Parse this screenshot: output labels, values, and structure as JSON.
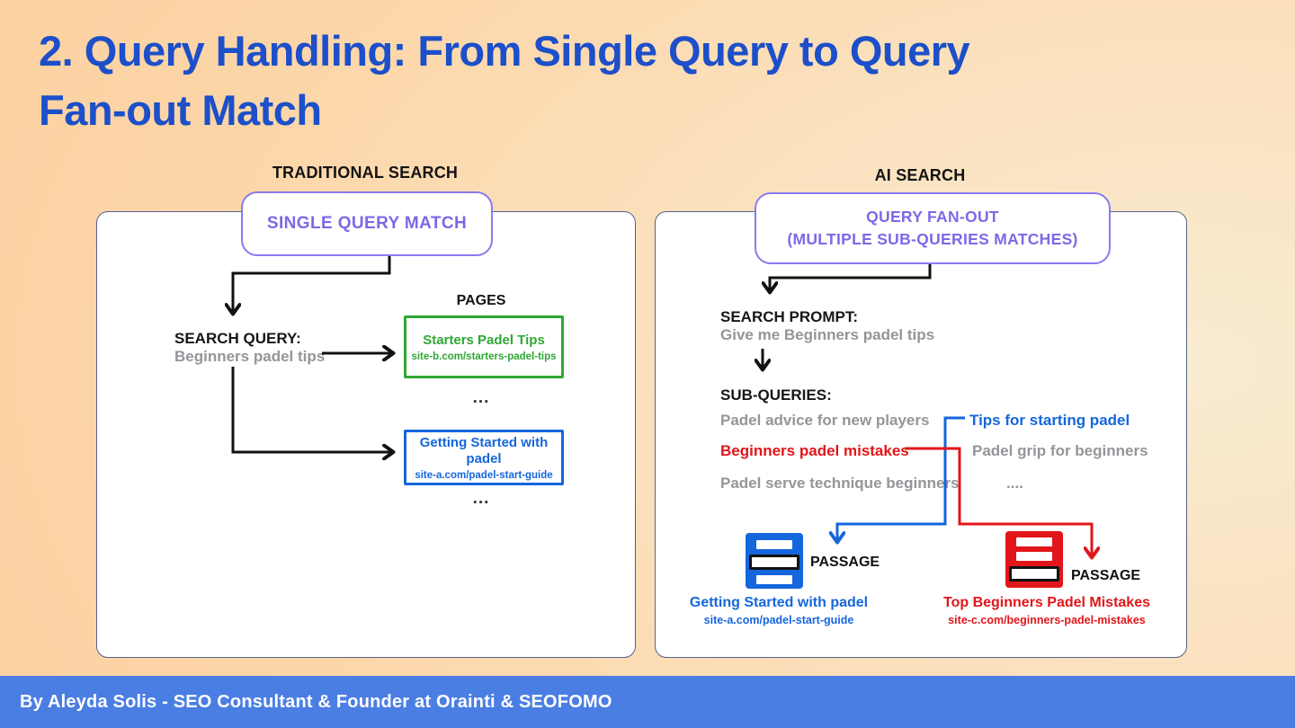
{
  "title_lines": [
    "2. Query Handling: From Single Query to Query",
    "Fan-out Match"
  ],
  "footer": {
    "credit": "By Aleyda Solis -  SEO Consultant & Founder at Orainti & SEOFOMO"
  },
  "colors": {
    "title_blue": "#1c4fc9",
    "footer_bar_blue": "#4b7ee3",
    "accent_purple": "#7b6ae6",
    "result_green": "#2fa733",
    "result_blue": "#1566dd",
    "result_red": "#e2161a",
    "muted_gray": "#95959a",
    "background_peach": "#fcd6a8",
    "background_cream": "#f8ecd2"
  },
  "icons": {
    "doc_blue": "document-with-highlighted-passage-icon",
    "doc_red": "document-with-highlighted-passage-icon"
  },
  "traditional": {
    "heading": "TRADITIONAL SEARCH",
    "concept": "SINGLE QUERY MATCH",
    "pages_label": "PAGES",
    "query_label": "SEARCH QUERY:",
    "query_value": "Beginners padel tips",
    "results": [
      {
        "title": "Starters Padel Tips",
        "url": "site-b.com/starters-padel-tips"
      },
      {
        "title": "Getting Started with padel",
        "url": "site-a.com/padel-start-guide"
      }
    ],
    "ellipsis_top": "...",
    "ellipsis_bottom": "..."
  },
  "ai": {
    "heading": "AI SEARCH",
    "concept_line1": "QUERY FAN-OUT",
    "concept_line2": "(MULTIPLE SUB-QUERIES MATCHES)",
    "prompt_label": "SEARCH PROMPT:",
    "prompt_value": "Give me Beginners padel tips",
    "subqueries_label": "SUB-QUERIES:",
    "subqueries": [
      {
        "text": "Padel advice for new players"
      },
      {
        "text": "Tips for starting padel"
      },
      {
        "text": "Beginners padel mistakes"
      },
      {
        "text": "Padel grip for beginners"
      },
      {
        "text": "Padel serve technique beginners"
      },
      {
        "text": "...."
      }
    ],
    "passages": [
      {
        "label": "PASSAGE",
        "title": "Getting Started with padel",
        "url": "site-a.com/padel-start-guide"
      },
      {
        "label": "PASSAGE",
        "title": "Top Beginners Padel Mistakes",
        "url": "site-c.com/beginners-padel-mistakes"
      }
    ]
  }
}
